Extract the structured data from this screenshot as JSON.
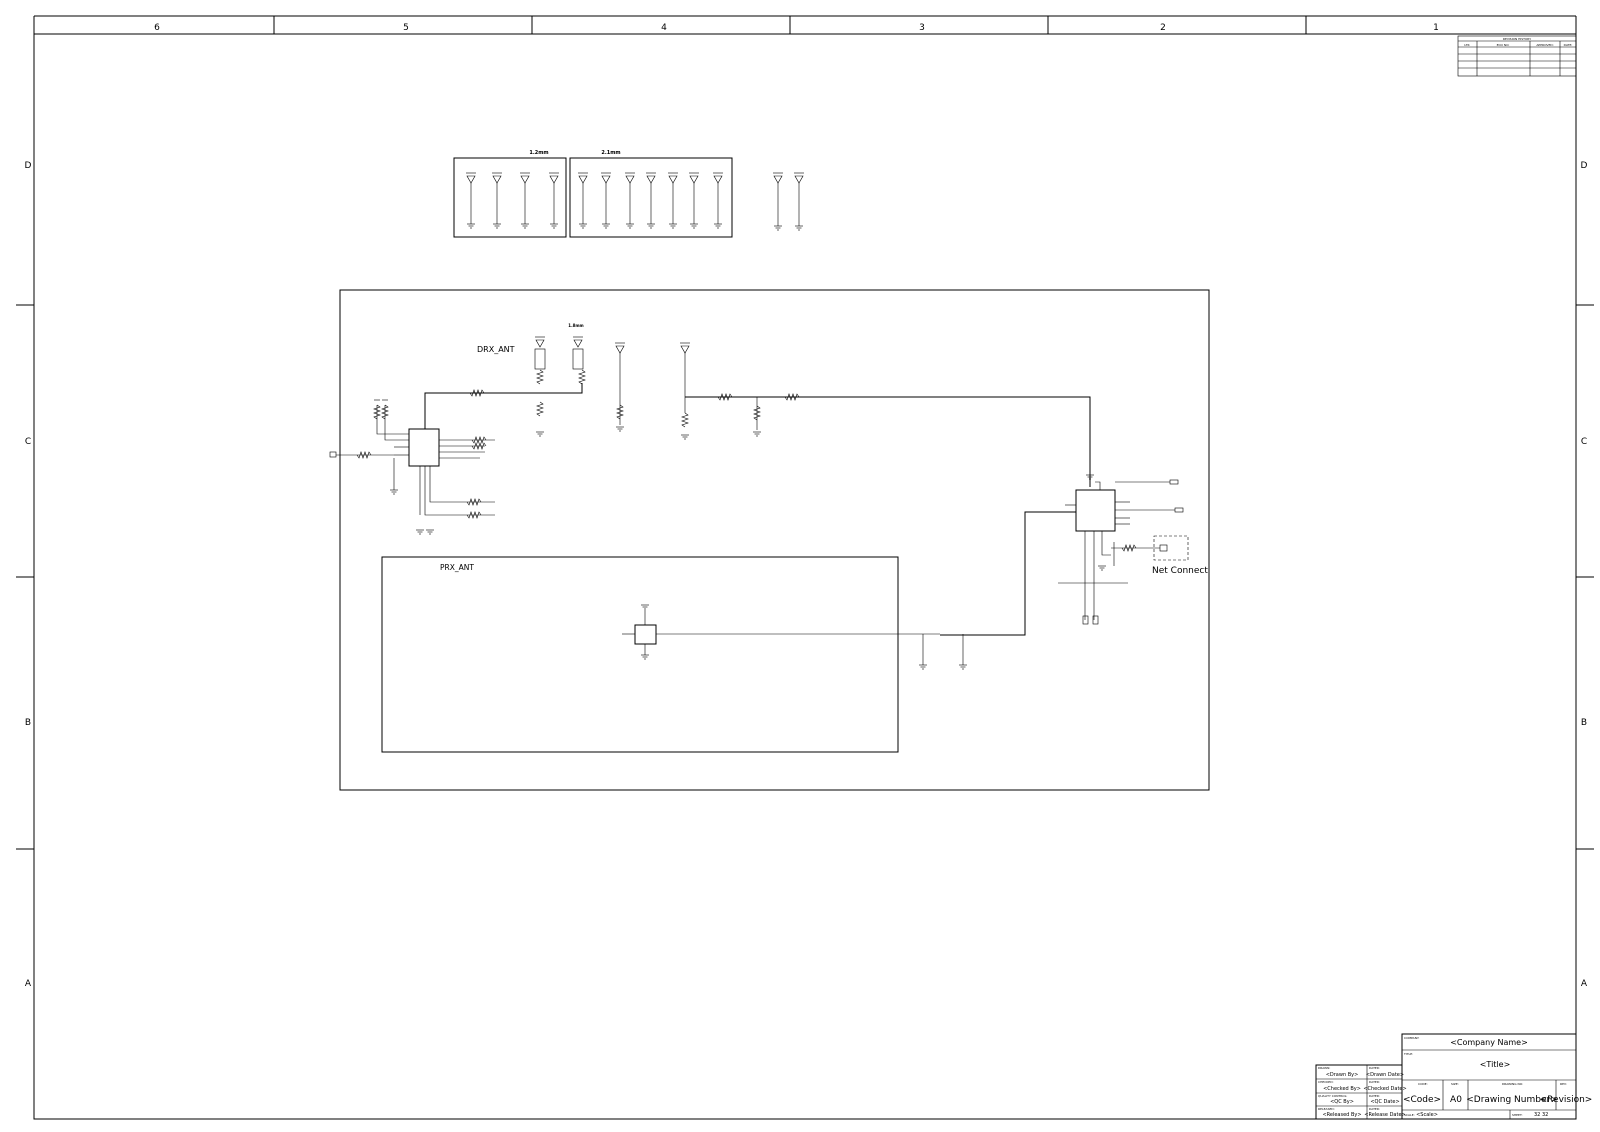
{
  "frame": {
    "cols": [
      "6",
      "5",
      "4",
      "3",
      "2",
      "1"
    ],
    "rows": [
      "D",
      "C",
      "B",
      "A"
    ]
  },
  "groups": {
    "top_left_label": "1.2mm",
    "top_right_label": "2.1mm",
    "drx_small_label": "1.8mm"
  },
  "labels": {
    "drx_ant": "DRX_ANT",
    "prx_ant": "PRX_ANT",
    "net_connect": "Net Connect"
  },
  "revision_table": {
    "title": "REVISION HISTORY",
    "headers": [
      "LTR",
      "ECO NO:",
      "APPROVED:",
      "DATE:"
    ]
  },
  "title_block": {
    "company_label": "COMPANY:",
    "company": "<Company Name>",
    "title_label": "TITLE:",
    "title": "<Title>",
    "drawn_label": "DRAWN:",
    "drawn_by": "<Drawn By>",
    "drawn_date_label": "DATED:",
    "drawn_date": "<Drawn Date>",
    "checked_label": "CHECKED:",
    "checked_by": "<Checked By>",
    "checked_date_label": "DATED:",
    "checked_date": "<Checked Date>",
    "qc_label": "QUALITY CONTROL:",
    "qc_by": "<QC By>",
    "qc_date_label": "DATED:",
    "qc_date": "<QC Date>",
    "released_label": "RELEASED:",
    "released_by": "<Released By>",
    "released_date_label": "DATED:",
    "released_date": "<Release Date>",
    "code_label": "CODE:",
    "code": "<Code>",
    "size_label": "SIZE:",
    "size": "A0",
    "drawing_no_label": "DRAWING NO:",
    "drawing_no": "<Drawing Number>",
    "rev_label": "REV:",
    "revision": "<Revision>",
    "scale_label": "SCALE:",
    "scale": "<Scale>",
    "sheet_label": "SHEET:",
    "sheet_of": "32   32"
  }
}
